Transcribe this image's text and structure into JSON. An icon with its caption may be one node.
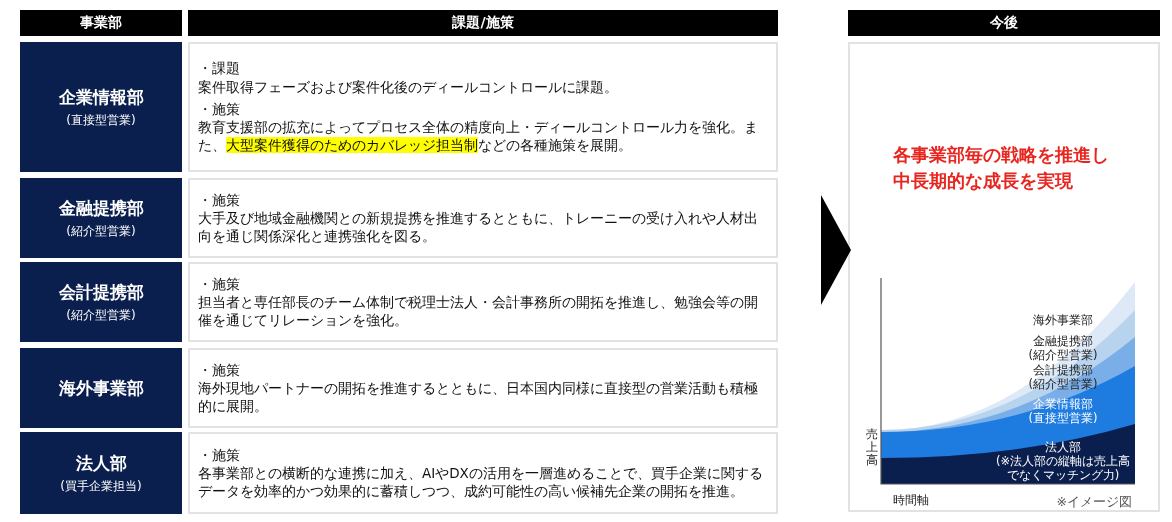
{
  "diagram": {
    "nodes": [
      {
        "text": [
          "事業部"
        ]
      },
      {
        "text": [
          "課題/施策"
        ]
      },
      {
        "text": [
          "今後"
        ]
      },
      {
        "text": [
          "企業情報部",
          "(直接型営業)"
        ]
      },
      {
        "text": [
          "・課題",
          "案件取得フェーズおよび案件化後のディールコントロールに課題。",
          "・施策",
          "教育支援部の拡充によってプロセス全体の精度向上・ディールコントロール力を強化。また、**大型案件獲得のためのカバレッジ担当制**などの各種施策を展開。"
        ]
      },
      {
        "text": [
          "金融提携部",
          "(紹介型営業)"
        ]
      },
      {
        "text": [
          "・施策",
          "大手及び地域金融機関との新規提携を推進するとともに、トレーニーの受け入れや人材出向を通じ関係深化と連携強化を図る。"
        ]
      },
      {
        "text": [
          "会計提携部",
          "(紹介型営業)"
        ]
      },
      {
        "text": [
          "・施策",
          "担当者と専任部長のチーム体制で税理士法人・会計事務所の開拓を推進し、勉強会等の開催を通じてリレーションを強化。"
        ]
      },
      {
        "text": [
          "海外事業部"
        ]
      },
      {
        "text": [
          "・施策",
          "海外現地パートナーの開拓を推進するとともに、日本国内同様に直接型の営業活動も積極的に展開。"
        ]
      },
      {
        "text": [
          "法人部",
          "(買手企業担当)"
        ]
      },
      {
        "text": [
          "・施策",
          "各事業部との横断的な連携に加え、AIやDXの活用を一層進めることで、買手企業に関するデータを効率的かつ効果的に蓄積しつつ、成約可能性の高い候補先企業の開拓を推進。"
        ]
      },
      {
        "text": [
          "各事業部毎の戦略を推進し中長期的な成長を実現"
        ]
      }
    ],
    "edges": [
      {
        "from": null,
        "to": 13,
        "arrow": "to"
      }
    ],
    "labels": [
      "海外事業部",
      "金融提携部",
      "(紹介型営業)",
      "会計提携部",
      "(紹介型営業)",
      "企業情報部",
      "(直接型営業)",
      "法人部",
      "(※法人部の縦軸は売上高でなくマッチング力)",
      "売上高",
      "時間軸",
      "※イメージ図"
    ]
  }
}
